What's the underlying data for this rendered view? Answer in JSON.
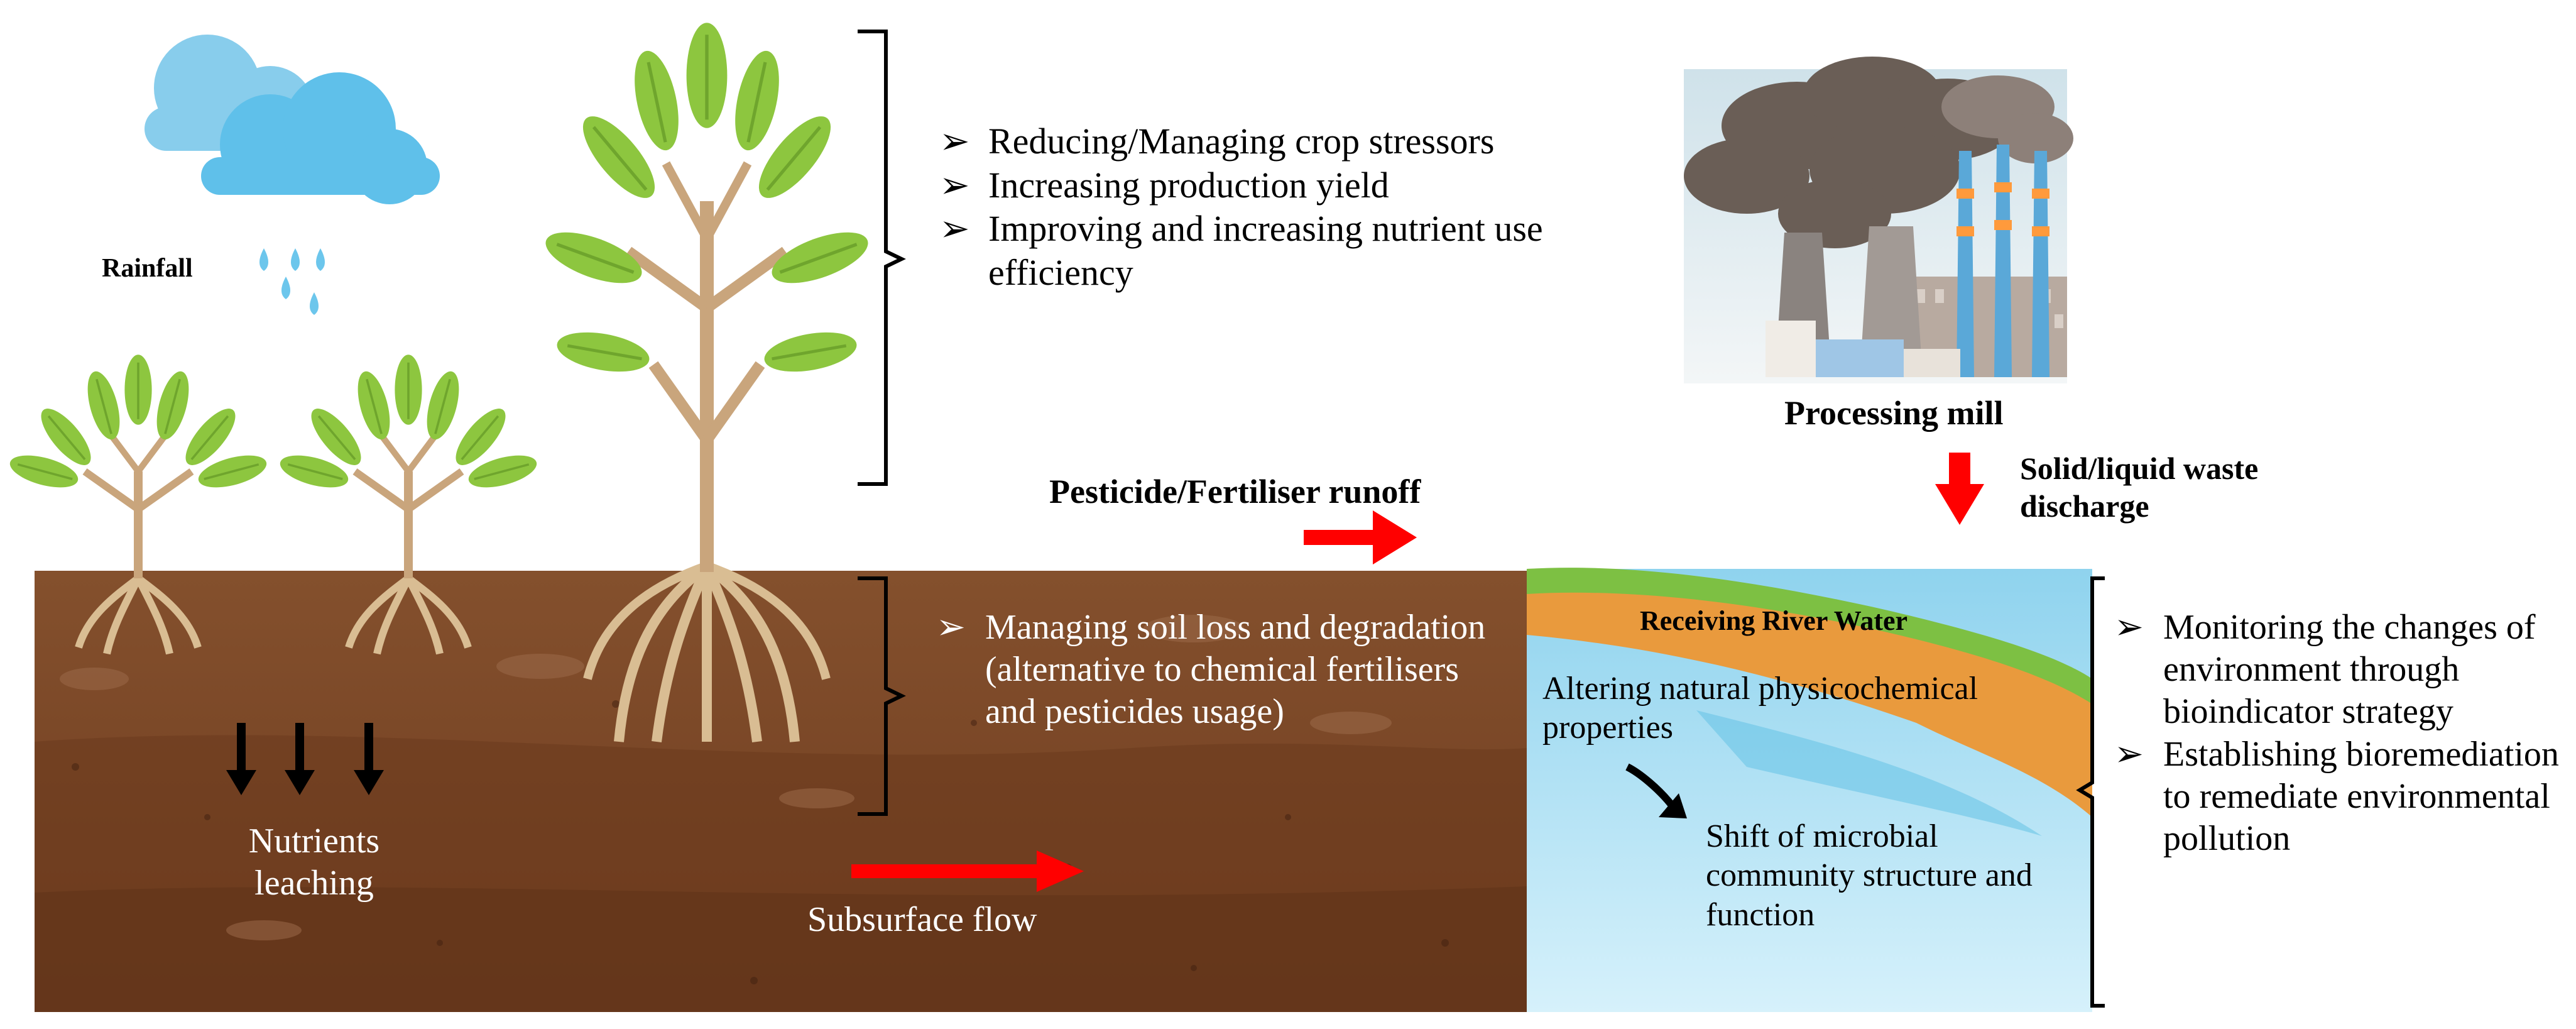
{
  "colors": {
    "soil_top": "#84502d",
    "soil_bottom": "#6e3c1f",
    "water": "#a9ddf0",
    "water_band": "#e99a3d",
    "water_grass": "#7dc043",
    "leaf": "#8dc63f",
    "stem": "#c9a57c",
    "cloud": "#5fc0ea",
    "arrow_red": "#ff0000",
    "arrow_black": "#000000"
  },
  "icons": [
    "cloud-icon",
    "rain-drop-icon",
    "plant-icon",
    "factory-icon",
    "arrow-icon"
  ],
  "labels": {
    "rainfall": "Rainfall",
    "processing_mill": "Processing mill",
    "waste_discharge": "Solid/liquid waste discharge",
    "pesticide_runoff": "Pesticide/Fertiliser runoff",
    "receiving_river": "Receiving River Water",
    "altering_properties": "Altering natural physicochemical properties",
    "microbial_shift": "Shift of microbial community structure and function",
    "nutrients_leaching": "Nutrients leaching",
    "subsurface_flow": "Subsurface flow"
  },
  "crop_benefits": {
    "marker": "➢",
    "items": [
      "Reducing/Managing crop stressors",
      "Increasing production yield",
      "Improving and increasing nutrient use efficiency"
    ]
  },
  "soil_benefits": {
    "marker": "➢",
    "items": [
      "Managing soil loss and degradation (alternative to chemical fertilisers and pesticides usage)"
    ]
  },
  "river_benefits": {
    "marker": "➢",
    "items": [
      "Monitoring the changes of environment through bioindicator strategy",
      "Establishing bioremediation to remediate environmental pollution"
    ]
  }
}
